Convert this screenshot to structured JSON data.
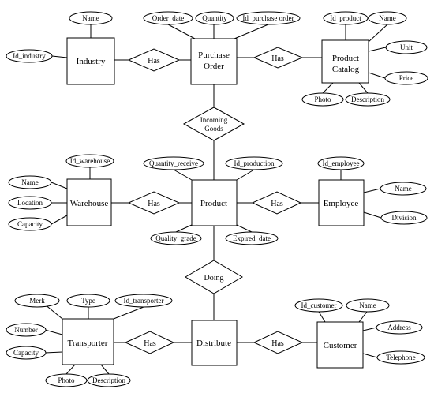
{
  "entities": {
    "industry": "Industry",
    "purchase_order_l1": "Purchase",
    "purchase_order_l2": "Order",
    "product_catalog_l1": "Product",
    "product_catalog_l2": "Catalog",
    "warehouse": "Warehouse",
    "product": "Product",
    "employee": "Employee",
    "transporter": "Transporter",
    "distribute": "Distribute",
    "customer": "Customer"
  },
  "relationships": {
    "industry_has_order": "Has",
    "order_has_catalog": "Has",
    "incoming_goods_l1": "Incoming",
    "incoming_goods_l2": "Goods",
    "warehouse_has_product": "Has",
    "product_has_employee": "Has",
    "doing": "Doing",
    "transporter_has_distribute": "Has",
    "distribute_has_customer": "Has"
  },
  "attributes": {
    "industry_name": "Name",
    "id_industry": "Id_industry",
    "order_date": "Order_date",
    "quantity": "Quantity",
    "id_purchase_order": "Id_purchase order",
    "id_product": "Id_product",
    "catalog_name": "Name",
    "unit": "Unit",
    "price": "Price",
    "photo_catalog": "Photo",
    "description_catalog": "Description",
    "id_warehouse": "Id_warehouse",
    "warehouse_name": "Name",
    "location": "Location",
    "capacity_warehouse": "Capacity",
    "quantity_receive": "Quantity_receive",
    "id_production": "Id_production",
    "quality_grade": "Quality_grade",
    "expired_date": "Expired_date",
    "id_employee": "Id_employee",
    "employee_name": "Name",
    "division": "Division",
    "merk": "Merk",
    "type": "Type",
    "id_transporter": "Id_transporter",
    "number": "Number",
    "capacity_transporter": "Capacity",
    "photo_transporter": "Photo",
    "description_transporter": "Description",
    "id_customer": "Id_customer",
    "customer_name": "Name",
    "address": "Address",
    "telephone": "Telephone"
  }
}
